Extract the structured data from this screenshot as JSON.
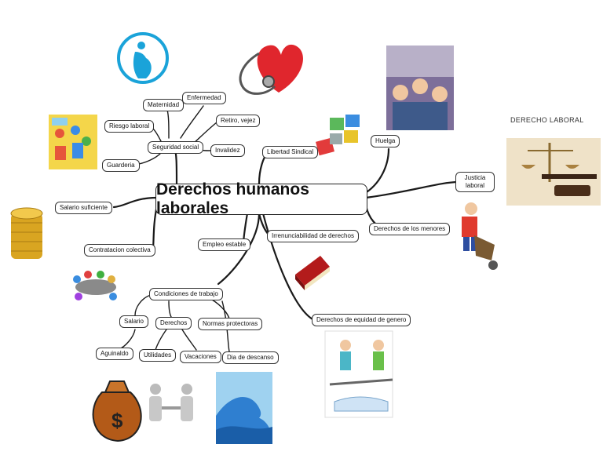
{
  "central_topic": "Derechos humanos laborales",
  "image_caption": "DERECHO LABORAL",
  "nodes": {
    "salario_suficiente": "Salario suficiente",
    "contratacion_colectiva": "Contratacion colectiva",
    "seguridad_social": "Seguridad social",
    "maternidad": "Maternidad",
    "enfermedad": "Enfermedad",
    "riesgo_laboral": "Riesgo laboral",
    "guarderia": "Guarderia",
    "retiro_vejez": "Retiro, vejez",
    "invalidez": "Invalidez",
    "libertad_sindical": "Libertad Sindical",
    "huelga": "Huelga",
    "justicia_laboral": "Justicia laboral",
    "derechos_menores": "Derechos de los menores",
    "irrenunciabilidad": "Irrenunciabilidad de derechos",
    "empleo_estable": "Empleo estable",
    "condiciones_trabajo": "Condiciones de trabajo",
    "salario": "Salario",
    "derechos": "Derechos",
    "normas_protectoras": "Normas protectoras",
    "aguinaldo": "Aguinaldo",
    "utilidades": "Utilidades",
    "vacaciones": "Vacaciones",
    "dia_descanso": "Dia de descanso",
    "equidad_genero": "Derechos de equidad de genero"
  },
  "icon_symbols": {
    "money_bag": "$"
  },
  "colors": {
    "line": "#1a1a1a",
    "pregnancy": "#1aa3d9",
    "heart": "#e0262d",
    "coins": "#d9a521",
    "book": "#b31b1b",
    "water": "#2f7fd0"
  }
}
